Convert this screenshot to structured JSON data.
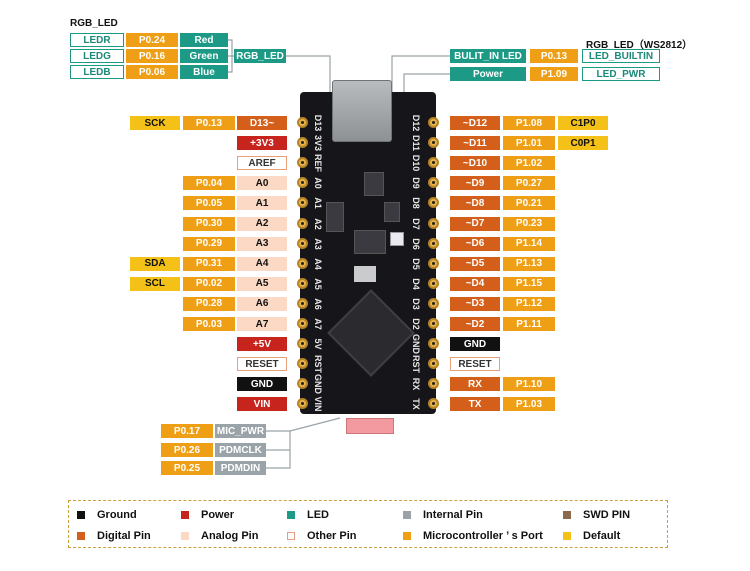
{
  "rgb_led": {
    "title": "RGB_LED",
    "rows": [
      {
        "name": "LEDR",
        "port": "P0.24",
        "color": "Red"
      },
      {
        "name": "LEDG",
        "port": "P0.16",
        "color": "Green"
      },
      {
        "name": "LEDB",
        "port": "P0.06",
        "color": "Blue"
      }
    ],
    "bus_label": "RGB_LED"
  },
  "ws_led": {
    "title": "RGB_LED（WS2812）",
    "rows": [
      {
        "name": "BULIT_IN LED",
        "port": "P0.13",
        "label": "LED_BUILTIN"
      },
      {
        "name": "Power",
        "port": "P1.09",
        "label": "LED_PWR"
      }
    ]
  },
  "left_pins": [
    {
      "func": "SCK",
      "port": "P0.13",
      "pin": "D13~",
      "pin_type": "digital",
      "silk": "D13"
    },
    {
      "func": "",
      "port": "",
      "pin": "+3V3",
      "pin_type": "power",
      "silk": "3V3"
    },
    {
      "func": "",
      "port": "",
      "pin": "AREF",
      "pin_type": "other",
      "silk": "REF"
    },
    {
      "func": "",
      "port": "P0.04",
      "pin": "A0",
      "pin_type": "analog",
      "silk": "A0"
    },
    {
      "func": "",
      "port": "P0.05",
      "pin": "A1",
      "pin_type": "analog",
      "silk": "A1"
    },
    {
      "func": "",
      "port": "P0.30",
      "pin": "A2",
      "pin_type": "analog",
      "silk": "A2"
    },
    {
      "func": "",
      "port": "P0.29",
      "pin": "A3",
      "pin_type": "analog",
      "silk": "A3"
    },
    {
      "func": "SDA",
      "port": "P0.31",
      "pin": "A4",
      "pin_type": "analog",
      "silk": "A4"
    },
    {
      "func": "SCL",
      "port": "P0.02",
      "pin": "A5",
      "pin_type": "analog",
      "silk": "A5"
    },
    {
      "func": "",
      "port": "P0.28",
      "pin": "A6",
      "pin_type": "analog",
      "silk": "A6"
    },
    {
      "func": "",
      "port": "P0.03",
      "pin": "A7",
      "pin_type": "analog",
      "silk": "A7"
    },
    {
      "func": "",
      "port": "",
      "pin": "+5V",
      "pin_type": "power",
      "silk": "5V"
    },
    {
      "func": "",
      "port": "",
      "pin": "RESET",
      "pin_type": "other",
      "silk": "RST"
    },
    {
      "func": "",
      "port": "",
      "pin": "GND",
      "pin_type": "ground",
      "silk": "GND"
    },
    {
      "func": "",
      "port": "",
      "pin": "VIN",
      "pin_type": "power",
      "silk": "VIN"
    }
  ],
  "right_pins": [
    {
      "pin": "~D12",
      "pin_type": "digital",
      "port": "P1.08",
      "func": "C1P0",
      "silk": "D12"
    },
    {
      "pin": "~D11",
      "pin_type": "digital",
      "port": "P1.01",
      "func": "C0P1",
      "silk": "D11"
    },
    {
      "pin": "~D10",
      "pin_type": "digital",
      "port": "P1.02",
      "func": "",
      "silk": "D10"
    },
    {
      "pin": "~D9",
      "pin_type": "digital",
      "port": "P0.27",
      "func": "",
      "silk": "D9"
    },
    {
      "pin": "~D8",
      "pin_type": "digital",
      "port": "P0.21",
      "func": "",
      "silk": "D8"
    },
    {
      "pin": "~D7",
      "pin_type": "digital",
      "port": "P0.23",
      "func": "",
      "silk": "D7"
    },
    {
      "pin": "~D6",
      "pin_type": "digital",
      "port": "P1.14",
      "func": "",
      "silk": "D6"
    },
    {
      "pin": "~D5",
      "pin_type": "digital",
      "port": "P1.13",
      "func": "",
      "silk": "D5"
    },
    {
      "pin": "~D4",
      "pin_type": "digital",
      "port": "P1.15",
      "func": "",
      "silk": "D4"
    },
    {
      "pin": "~D3",
      "pin_type": "digital",
      "port": "P1.12",
      "func": "",
      "silk": "D3"
    },
    {
      "pin": "~D2",
      "pin_type": "digital",
      "port": "P1.11",
      "func": "",
      "silk": "D2"
    },
    {
      "pin": "GND",
      "pin_type": "ground",
      "port": "",
      "func": "",
      "silk": "GND"
    },
    {
      "pin": "RESET",
      "pin_type": "other",
      "port": "",
      "func": "",
      "silk": "RST"
    },
    {
      "pin": "RX",
      "pin_type": "digital",
      "port": "P1.10",
      "func": "",
      "silk": "RX"
    },
    {
      "pin": "TX",
      "pin_type": "digital",
      "port": "P1.03",
      "func": "",
      "silk": "TX"
    }
  ],
  "mic_pins": [
    {
      "port": "P0.17",
      "name": "MIC_PWR"
    },
    {
      "port": "P0.26",
      "name": "PDMCLK"
    },
    {
      "port": "P0.25",
      "name": "PDMDIN"
    }
  ],
  "legend": [
    {
      "label": "Ground",
      "color": "#111111"
    },
    {
      "label": "Power",
      "color": "#c7241e"
    },
    {
      "label": "LED",
      "color": "#1c9a86"
    },
    {
      "label": "Internal Pin",
      "color": "#9aa3a7"
    },
    {
      "label": "SWD PIN",
      "color": "#8a6a4a"
    },
    {
      "label": "Digital Pin",
      "color": "#d35f1a"
    },
    {
      "label": "Analog Pin",
      "color": "#fbd9c4"
    },
    {
      "label": "Other Pin",
      "color": "#ffffff"
    },
    {
      "label": "Microcontroller ’ s Port",
      "color": "#ef9f16"
    },
    {
      "label": "Default",
      "color": "#f3c118"
    }
  ]
}
